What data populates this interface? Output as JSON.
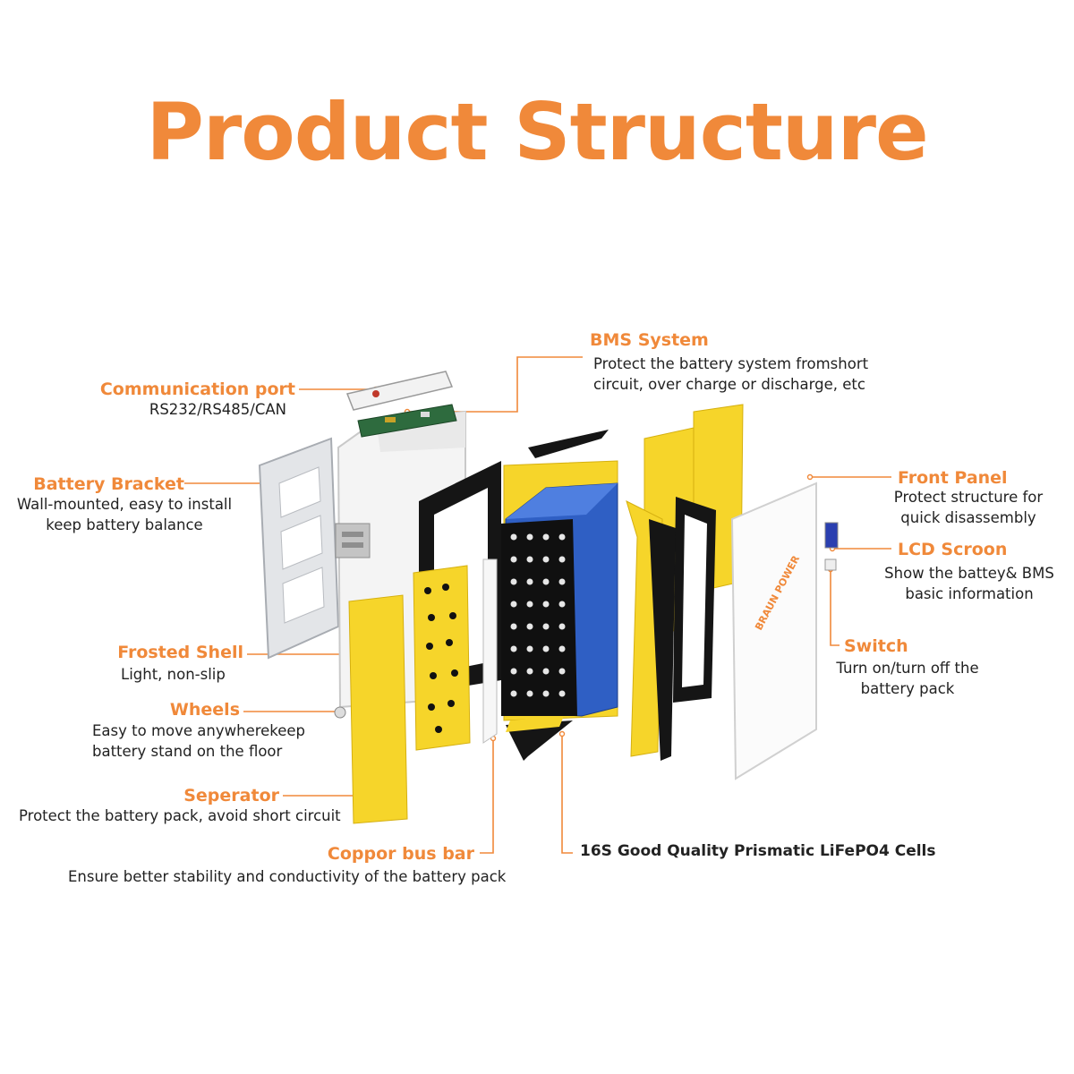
{
  "title": "Product Structure",
  "colors": {
    "accent": "#f0893a",
    "text": "#222222",
    "cell_blue": "#2f5fc4",
    "insulator_yellow": "#f6d52a",
    "frame_black": "#151515"
  },
  "brand_mark": "BRAUN POWER",
  "components": {
    "communication_port": {
      "label": "Communication port",
      "desc": "RS232/RS485/CAN"
    },
    "battery_bracket": {
      "label": "Battery Bracket",
      "desc": [
        "Wall-mounted, easy to install",
        "keep battery balance"
      ]
    },
    "frosted_shell": {
      "label": "Frosted Shell",
      "desc": [
        "Light, non-slip"
      ]
    },
    "wheels": {
      "label": "Wheels",
      "desc": [
        "Easy to move anywherekeep",
        "battery stand on the floor"
      ]
    },
    "separator": {
      "label": "Seperator",
      "desc": [
        "Protect the battery pack, avoid short circuit"
      ]
    },
    "bus_bar": {
      "label": "Coppor bus bar",
      "desc": [
        "Ensure better stability and conductivity of the battery pack"
      ]
    },
    "bms": {
      "label": "BMS System",
      "desc": [
        "Protect the battery system fromshort",
        "circuit, over charge or discharge, etc"
      ]
    },
    "front_panel": {
      "label": "Front Panel",
      "desc": [
        "Protect structure for",
        "quick disassembly"
      ]
    },
    "lcd": {
      "label": "LCD Scroon",
      "desc": [
        "Show the battey& BMS",
        "basic information"
      ]
    },
    "switch": {
      "label": "Switch",
      "desc": [
        "Turn on/turn off the",
        "battery pack"
      ]
    },
    "cells": {
      "label": "16S Good Quality Prismatic LiFePO4 Cells"
    }
  }
}
